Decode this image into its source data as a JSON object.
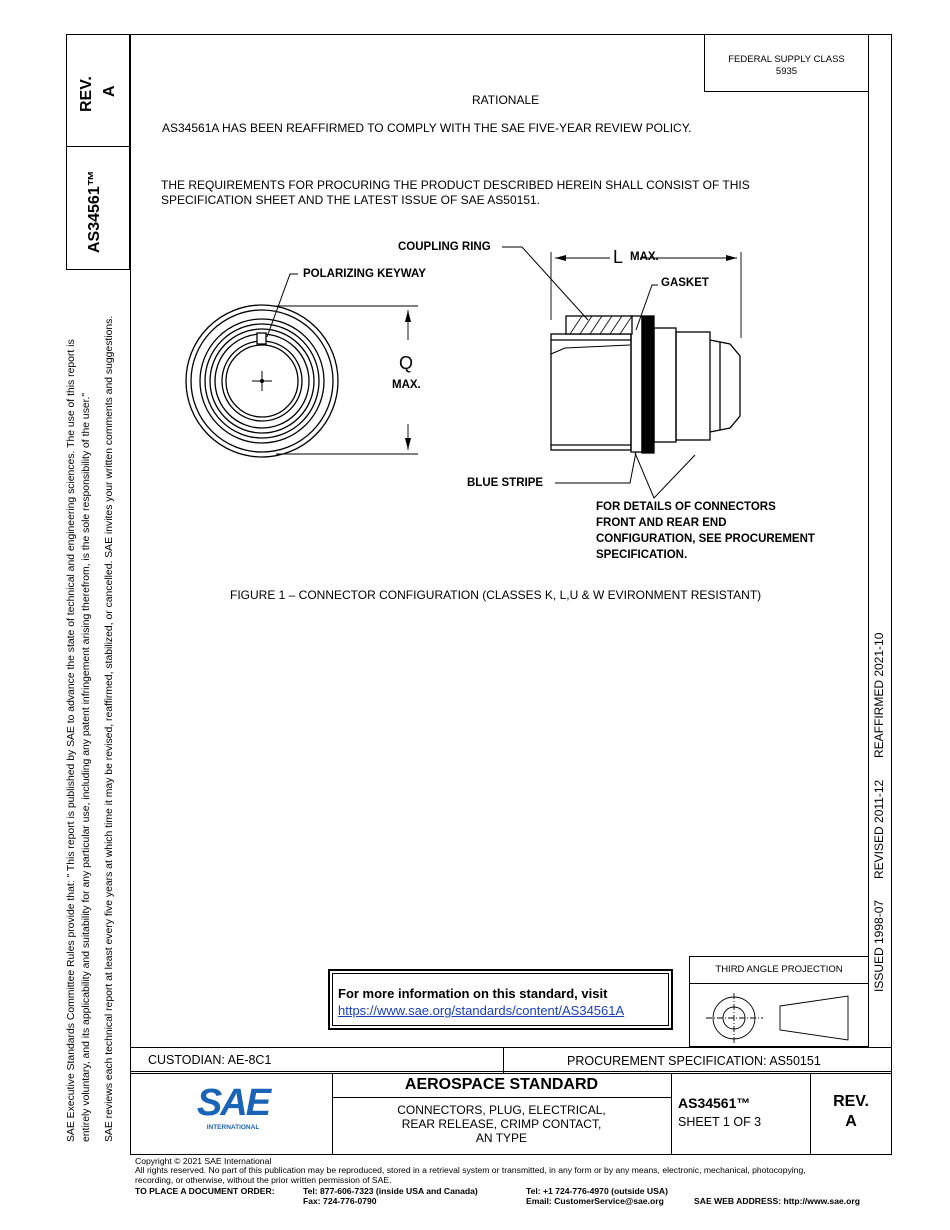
{
  "rev_block": {
    "label": "REV.",
    "value": "A"
  },
  "doc_id": "AS34561™",
  "left_notice": {
    "line1": "SAE Executive Standards Committee Rules provide that: \"  This report is published by SAE to advance the state of technical and engineering sciences. The use of this report is",
    "line2": "entirely voluntary, and its applicability and suitability for any particular use, including any patent infringement arising therefrom, is the sole responsibility of the user.\"",
    "line3": "SAE reviews each technical report at least every five years at which time it may be revised, reaffirmed, stabilized, or cancelled. SAE invites your written comments and suggestions."
  },
  "federal_supply": {
    "line1": "FEDERAL SUPPLY CLASS",
    "line2": "5935"
  },
  "right_vertical": {
    "issued": "ISSUED 1998-07",
    "revised": "REVISED 2011-12",
    "reaffirmed": "REAFFIRMED 2021-10"
  },
  "rationale": {
    "heading": "RATIONALE",
    "text": "AS34561A HAS BEEN REAFFIRMED TO COMPLY WITH THE SAE FIVE-YEAR REVIEW POLICY."
  },
  "requirements": {
    "line1": "THE REQUIREMENTS FOR PROCURING THE PRODUCT DESCRIBED HEREIN SHALL CONSIST OF THIS",
    "line2": "SPECIFICATION SHEET AND THE LATEST ISSUE OF SAE AS50151."
  },
  "figure": {
    "coupling_ring": "COUPLING RING",
    "polarizing_keyway": "POLARIZING KEYWAY",
    "l_letter": "L",
    "max": "MAX.",
    "gasket": "GASKET",
    "q_letter": "Q",
    "q_max": "MAX.",
    "blue_stripe": "BLUE STRIPE",
    "details1": "FOR DETAILS OF CONNECTORS",
    "details2": "FRONT AND REAR END",
    "details3": "CONFIGURATION, SEE PROCUREMENT",
    "details4": "SPECIFICATION.",
    "caption": "FIGURE 1 – CONNECTOR CONFIGURATION (CLASSES K, L,U & W EVIRONMENT RESISTANT)"
  },
  "info_box": {
    "title": "For more information on this standard, visit",
    "link": "https://www.sae.org/standards/content/AS34561A"
  },
  "projection": {
    "label": "THIRD ANGLE PROJECTION"
  },
  "custodian": "CUSTODIAN: AE-8C1",
  "procurement": "PROCUREMENT SPECIFICATION: AS50151",
  "logo": {
    "text": "SAE",
    "sub": "INTERNATIONAL"
  },
  "title_block": {
    "heading": "AEROSPACE STANDARD",
    "desc1": "CONNECTORS, PLUG, ELECTRICAL,",
    "desc2": "REAR RELEASE, CRIMP CONTACT,",
    "desc3": "AN TYPE",
    "doc": "AS34561™",
    "sheet": "SHEET 1 OF 3",
    "rev_label": "REV.",
    "rev_value": "A"
  },
  "footer": {
    "copyright": "Copyright © 2021 SAE International",
    "rights1": "All rights reserved. No part of this publication may be reproduced, stored in a retrieval system or transmitted, in any form or by any means, electronic, mechanical, photocopying,",
    "rights2": "recording, or otherwise, without the prior written permission of SAE.",
    "order_label": "TO PLACE A DOCUMENT ORDER:",
    "tel_us": "Tel: 877-606-7323 (inside USA and Canada)",
    "fax": "Fax: 724-776-0790",
    "tel_intl": "Tel: +1 724-776-4970 (outside USA)",
    "email": "Email: CustomerService@sae.org",
    "web": "SAE WEB ADDRESS: http://www.sae.org"
  }
}
